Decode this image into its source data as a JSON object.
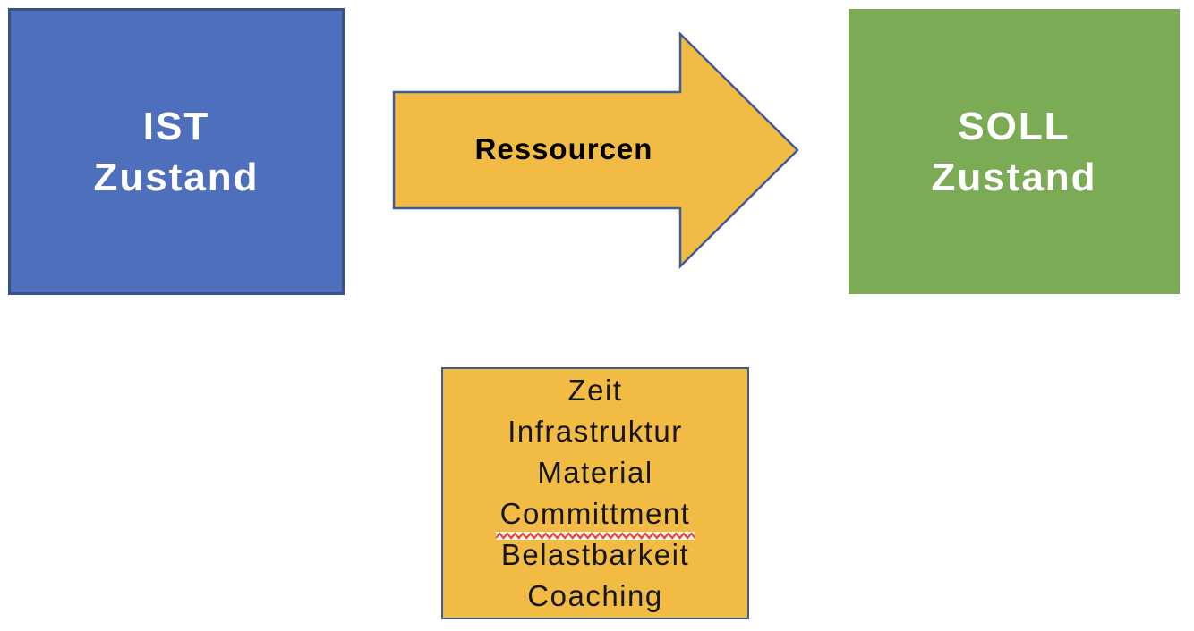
{
  "page": {
    "background_color": "#FFFFFF"
  },
  "ist_box": {
    "line1": "IST",
    "line2": "Zustand",
    "fill_color": "#4E70BC",
    "border_color": "#36518C",
    "text_color": "#FFFFFF"
  },
  "arrow": {
    "label": "Ressourcen",
    "fill_color": "#F2BC44",
    "border_color": "#3D5A99",
    "text_color": "#000000",
    "direction": "right"
  },
  "soll_box": {
    "line1": "SOLL",
    "line2": "Zustand",
    "fill_color": "#7CAB55",
    "text_color": "#FFFFFF"
  },
  "resources_box": {
    "fill_color": "#F2BC44",
    "border_color": "#3D5A99",
    "text_color": "#161616",
    "items": [
      "Zeit",
      "Infrastruktur",
      "Material",
      "Committment",
      "Belastbarkeit",
      "Coaching"
    ],
    "misspelled_item": "Committment",
    "spellcheck_underline_color": "#DD4B3E"
  }
}
